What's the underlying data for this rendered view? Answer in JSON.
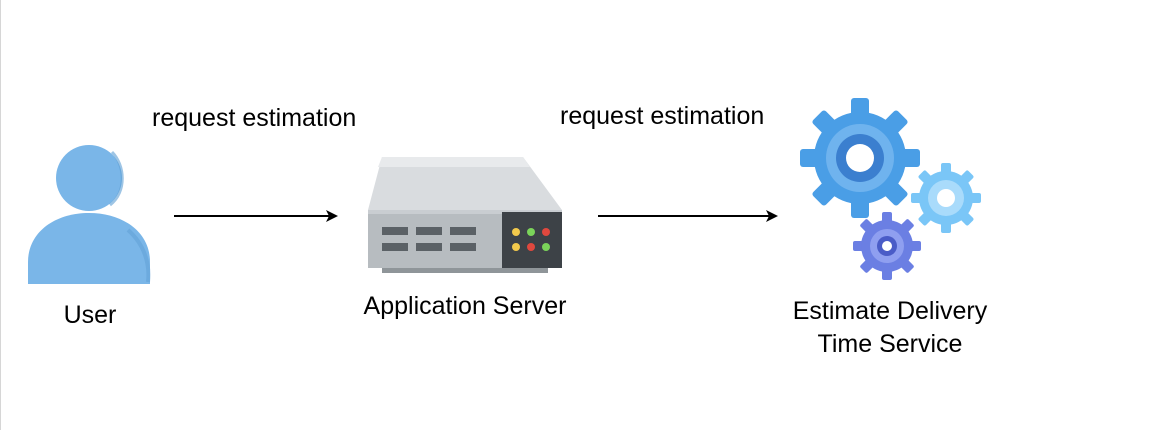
{
  "nodes": [
    {
      "id": "user",
      "label": "User",
      "icon": "user-icon"
    },
    {
      "id": "app_server",
      "label": "Application Server",
      "icon": "server-icon"
    },
    {
      "id": "delivery_service",
      "label_line1": "Estimate Delivery",
      "label_line2": "Time Service",
      "icon": "gears-icon"
    }
  ],
  "edges": [
    {
      "from": "user",
      "to": "app_server",
      "label": "request estimation"
    },
    {
      "from": "app_server",
      "to": "delivery_service",
      "label": "request estimation"
    }
  ],
  "colors": {
    "user_fill": "#7ab6e8",
    "server_body": "#b7bcc0",
    "server_panel": "#3d4247",
    "gear_large": "#4a9ee6",
    "gear_small_light": "#7ac6f7",
    "gear_small_purple": "#6b7fe3",
    "arrow": "#000000"
  }
}
